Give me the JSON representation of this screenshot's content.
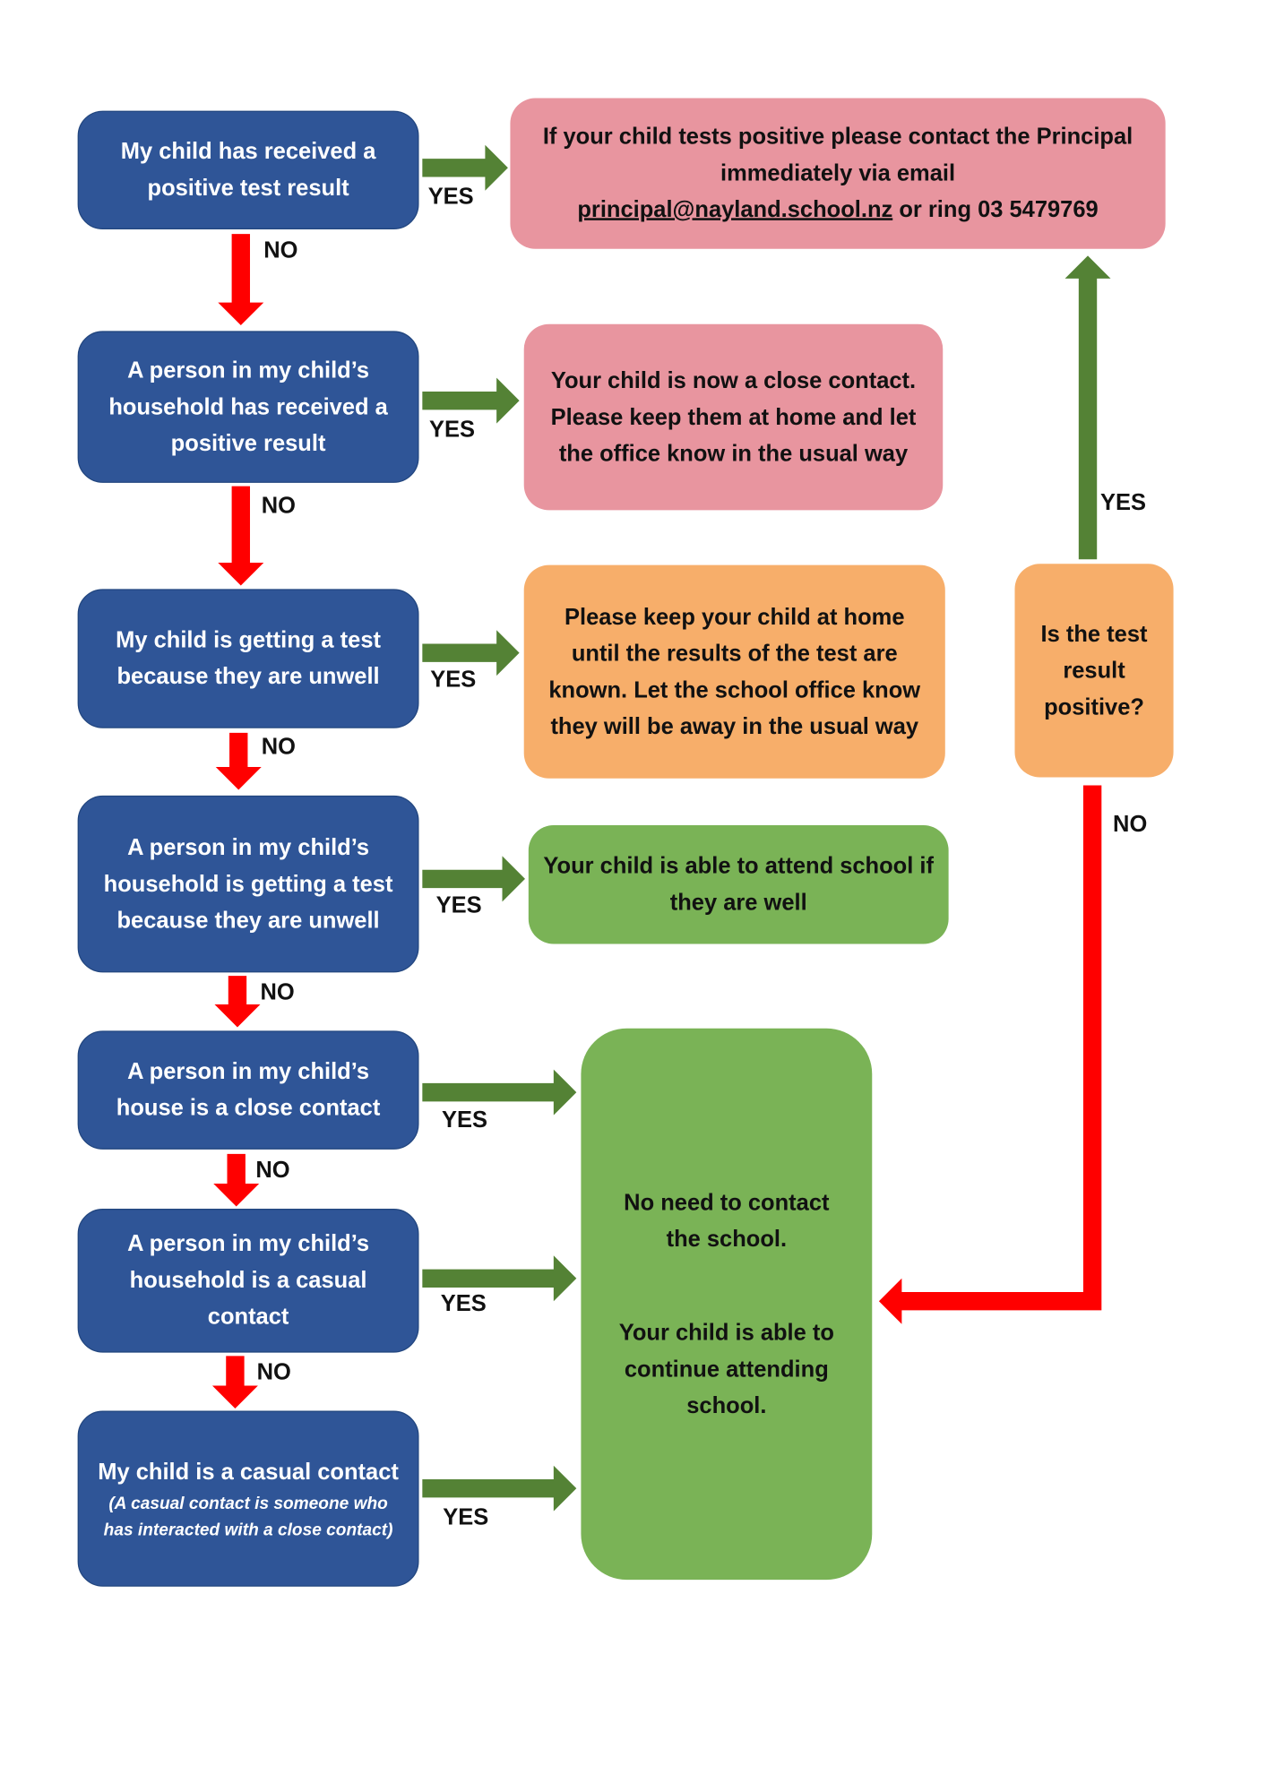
{
  "questions": [
    "My child has received a positive test result",
    "A person in my child’s household has received a positive result",
    "My child is getting a test because they are unwell",
    "A person in my child’s household is getting a test because they are unwell",
    "A person in my child’s house is a close contact",
    "A person in my child’s household is a casual contact",
    "My child is a casual contact"
  ],
  "casual_note": "(A casual contact is someone who has interacted with a close contact)",
  "outcomes": {
    "positive_prefix": "If your child tests positive please contact the Principal immediately via email",
    "positive_email": "principal@nayland.school.nz",
    "positive_suffix": " or ring 03 5479769",
    "close_contact": "Your child is now a close contact. Please keep them at home and let the office know in the usual way",
    "getting_test": "Please keep your child at home until the results of the test are known. Let the school office know they will be away in the usual way",
    "able_attend": "Your child is able to attend school if they are well",
    "no_need_1": "No need to contact the school.",
    "no_need_2": "Your child is able to continue attending school."
  },
  "test_question": "Is the test result positive?",
  "yes": "YES",
  "no": "NO",
  "colors": {
    "blue": "#2f5597",
    "pink": "#e8959f",
    "orange": "#f7ae6a",
    "green": "#7ab356",
    "arrow_green": "#548235",
    "arrow_red": "#ff0000"
  }
}
